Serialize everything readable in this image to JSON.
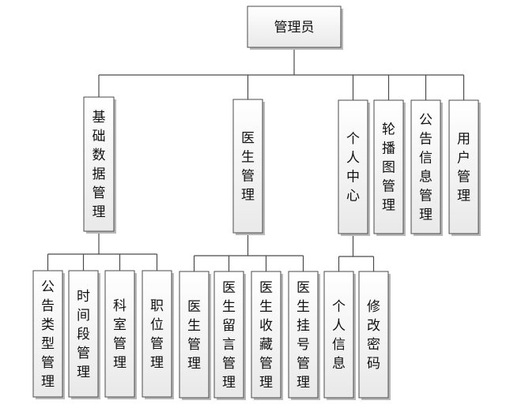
{
  "root": {
    "label": "管理员"
  },
  "groups": [
    {
      "label": "基础数据管理",
      "children": [
        {
          "label": "公告类型管理"
        },
        {
          "label": "时间段管理"
        },
        {
          "label": "科室管理"
        },
        {
          "label": "职位管理"
        }
      ]
    },
    {
      "label": "医生管理",
      "children": [
        {
          "label": "医生管理"
        },
        {
          "label": "医生留言管理"
        },
        {
          "label": "医生收藏管理"
        },
        {
          "label": "医生挂号管理"
        }
      ]
    },
    {
      "label": "个人中心",
      "children": [
        {
          "label": "个人信息"
        },
        {
          "label": "修改密码"
        }
      ]
    },
    {
      "label": "轮播图管理",
      "children": []
    },
    {
      "label": "公告信息管理",
      "children": []
    },
    {
      "label": "用户管理",
      "children": []
    }
  ]
}
